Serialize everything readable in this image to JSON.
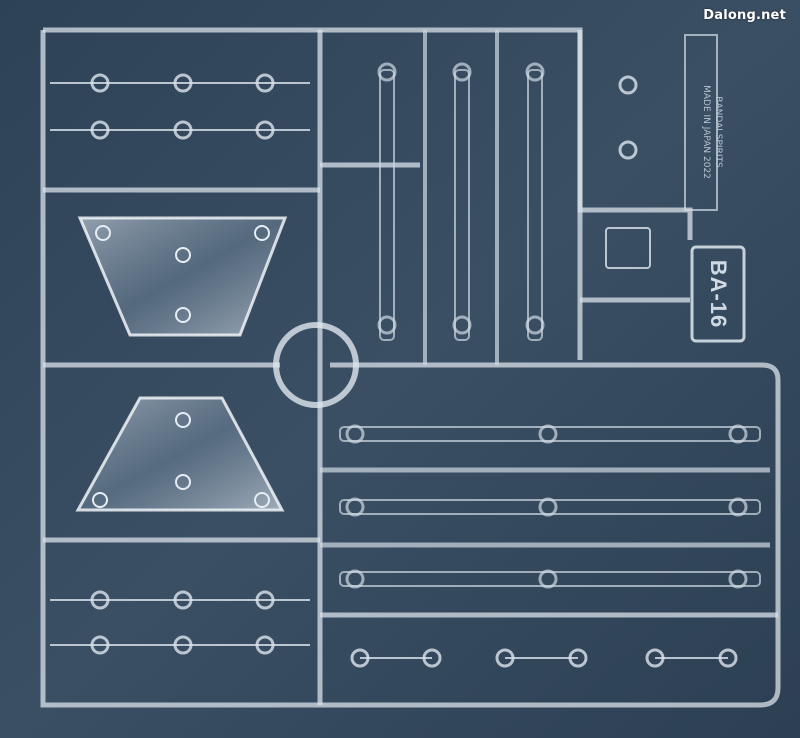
{
  "image": {
    "subject": "transparent plastic model kit runner",
    "part_code": "BA-16",
    "maker_mark_line1": "BANDAI SPIRITS",
    "maker_mark_line2": "MADE IN JAPAN 2022",
    "watermark": "Dalong.net",
    "colors": {
      "background": "#33475b",
      "plastic": "#c9d4df",
      "plastic_edge": "#e8eef4",
      "plastic_shadow": "#5d7086"
    }
  }
}
